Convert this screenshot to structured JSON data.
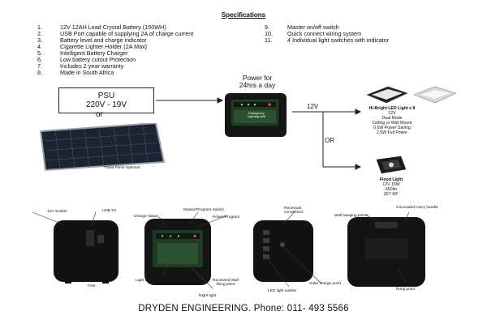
{
  "spec_title": "Specifications",
  "specs_left": [
    {
      "num": "1.",
      "text": "12V 12AH Lead Crystal Battery (150WH)"
    },
    {
      "num": "2.",
      "text": "USB Port capable of supplying 2A of charge current"
    },
    {
      "num": "3.",
      "text": "Battery level and charge indicator"
    },
    {
      "num": "4.",
      "text": "Cigarette Lighter Holder (2A Max)"
    },
    {
      "num": "5.",
      "text": "Intelligent Battery Charger"
    },
    {
      "num": "6.",
      "text": "Low battery cutout Protection"
    },
    {
      "num": "7.",
      "text": "Includes 2 year warranty"
    },
    {
      "num": "8.",
      "text": "Made in South Africa"
    }
  ],
  "specs_right": [
    {
      "num": "9.",
      "text": "Master on/off switch"
    },
    {
      "num": "10.",
      "text": "Quick connect wiring system"
    },
    {
      "num": "11.",
      "text": "4 Individual light switches with indicator"
    }
  ],
  "psu": {
    "line1": "PSU",
    "line2": "220V - 19V"
  },
  "or_left": "or",
  "solar_caption": "*Solar Panel Optional",
  "power_label": {
    "line1": "Power for",
    "line2": "24hrs a day"
  },
  "unit_face_text": {
    "line1": "Emergency",
    "line2": "Lighting Unit"
  },
  "voltage_label": "12V",
  "or_right": "OR",
  "led_light": {
    "title": "Hi-Bright LED Light x 8",
    "lines": [
      "12V",
      "Dual Mode",
      "Ceiling or Wall Mount",
      "0.6W Power Saving",
      "2.5W Full Power"
    ]
  },
  "flood_light": {
    "title": "Flood Light",
    "lines": [
      "12V 15W",
      "650lm",
      "30°/ 60°"
    ]
  },
  "callouts": {
    "socket_12v": "12V Socket",
    "usb": "USB X2",
    "feet": "Feet",
    "charge_status": "Charge status",
    "master_switch": "Master/Program Switch",
    "power_program": "Power/Program",
    "light_switches": "Light Switches",
    "recessed_wall_1": "Recessed Wall",
    "recessed_wall_2": "fixing point",
    "night_light": "Night light",
    "recessed_conn_1": "Recessed",
    "recessed_conn_2": "connectors",
    "led_outlets": "LED light outlets",
    "solar_point": "Solar charge point",
    "carry_handle": "Concealed Carry handle",
    "wall_hanging": "Wall hanging points",
    "wall_fix_1": "Wall",
    "wall_fix_2": "fixing point"
  },
  "footer": "DRYDEN ENGINEERING.  Phone: 011- 493 5566"
}
